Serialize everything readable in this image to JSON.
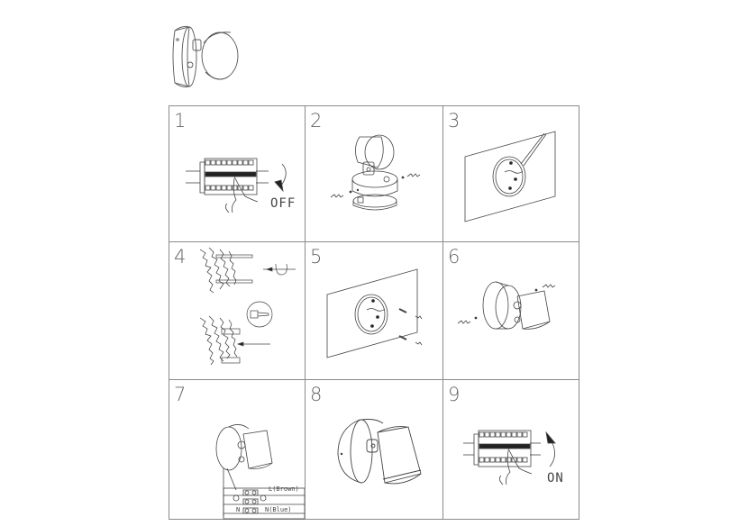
{
  "figure": {
    "hero_image": "wall-spotlight-assembled",
    "grid": {
      "rows": 3,
      "columns": 3,
      "border_color": "#8a8a8a"
    },
    "steps": [
      {
        "number": "1",
        "illustration": "circuit-breaker-switch-off",
        "label": "OFF"
      },
      {
        "number": "2",
        "illustration": "lamp-separated-from-mounting-plate-screws-removed",
        "label": ""
      },
      {
        "number": "3",
        "illustration": "mark-drill-holes-on-wall-with-pencil",
        "label": ""
      },
      {
        "number": "4",
        "illustration": "drill-holes-insert-wall-plugs",
        "label": ""
      },
      {
        "number": "5",
        "illustration": "fix-mounting-plate-with-screws",
        "label": ""
      },
      {
        "number": "6",
        "illustration": "attach-lamp-body-to-mounting-plate",
        "label": ""
      },
      {
        "number": "7",
        "illustration": "wiring-connection-terminal-block",
        "label": "",
        "wiring": {
          "live": "L(Brown)",
          "neutral": "N(Blue)",
          "neutral_short": "N",
          "earth_symbol": "⏚"
        }
      },
      {
        "number": "8",
        "illustration": "installed-wall-lamp",
        "label": ""
      },
      {
        "number": "9",
        "illustration": "circuit-breaker-switch-on",
        "label": "ON"
      }
    ]
  }
}
